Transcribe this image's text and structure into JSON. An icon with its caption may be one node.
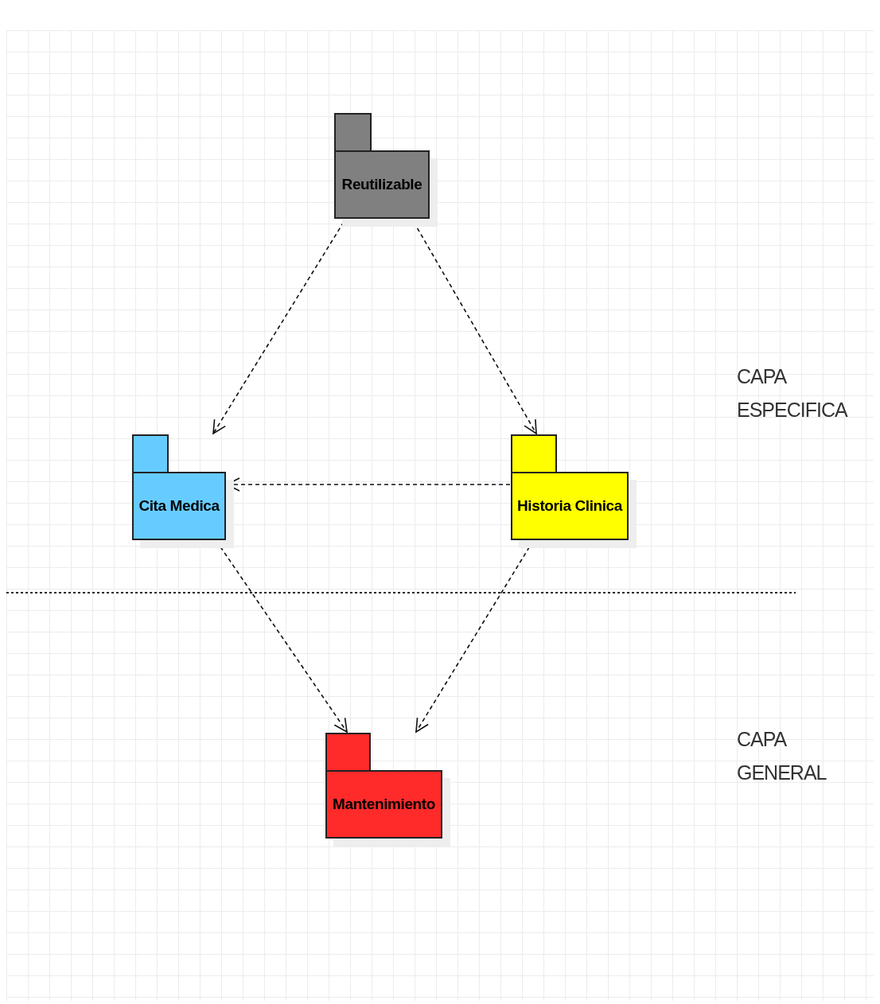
{
  "diagram": {
    "nodes": [
      {
        "text": [
          "Reutilizable"
        ]
      },
      {
        "text": [
          "Cita Medica"
        ]
      },
      {
        "text": [
          "Historia Clinica"
        ]
      },
      {
        "text": [
          "Mantenimiento"
        ]
      }
    ],
    "edges": [
      {
        "from": 0,
        "to": 1,
        "arrow": "to",
        "style": "dashed"
      },
      {
        "from": 0,
        "to": 2,
        "arrow": "to",
        "style": "dashed"
      },
      {
        "from": 2,
        "to": 1,
        "arrow": "to",
        "style": "dashed"
      },
      {
        "from": 1,
        "to": 3,
        "arrow": "to",
        "style": "dashed"
      },
      {
        "from": 2,
        "to": 3,
        "arrow": "to",
        "style": "dashed"
      }
    ],
    "labels": [
      "CAPA ESPECIFICA",
      "CAPA GENERAL"
    ]
  }
}
